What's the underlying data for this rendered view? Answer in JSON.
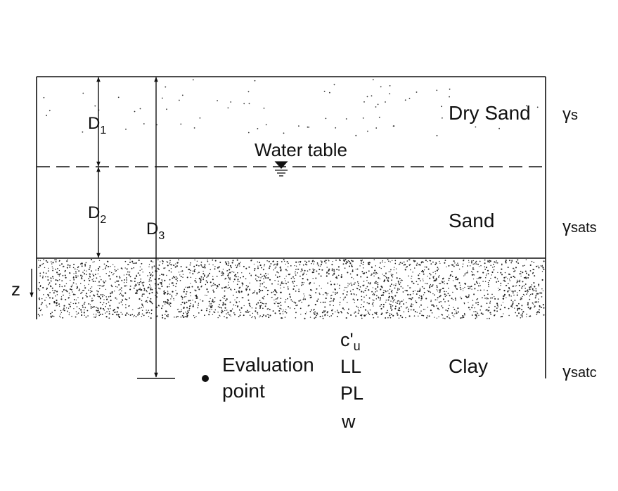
{
  "layers": {
    "dry_sand": "Dry Sand",
    "sand": "Sand",
    "clay": "Clay"
  },
  "water_table": "Water table",
  "unit_weights": {
    "dry_sand_symbol": "γ",
    "dry_sand_sub": "s",
    "sand_symbol": "γ",
    "sand_sub": "sats",
    "clay_symbol": "γ",
    "clay_sub": "satc"
  },
  "depths": {
    "d1_main": "D",
    "d1_sub": "1",
    "d2_main": "D",
    "d2_sub": "2",
    "d3_main": "D",
    "d3_sub": "3"
  },
  "z_axis": "z",
  "evaluation_point": {
    "line1": "Evaluation",
    "line2": "point"
  },
  "clay_properties": {
    "cu_main": "c'",
    "cu_sub": "u",
    "ll": "LL",
    "pl": "PL",
    "w": "w"
  },
  "colors": {
    "ink": "#111111",
    "background": "#ffffff"
  }
}
